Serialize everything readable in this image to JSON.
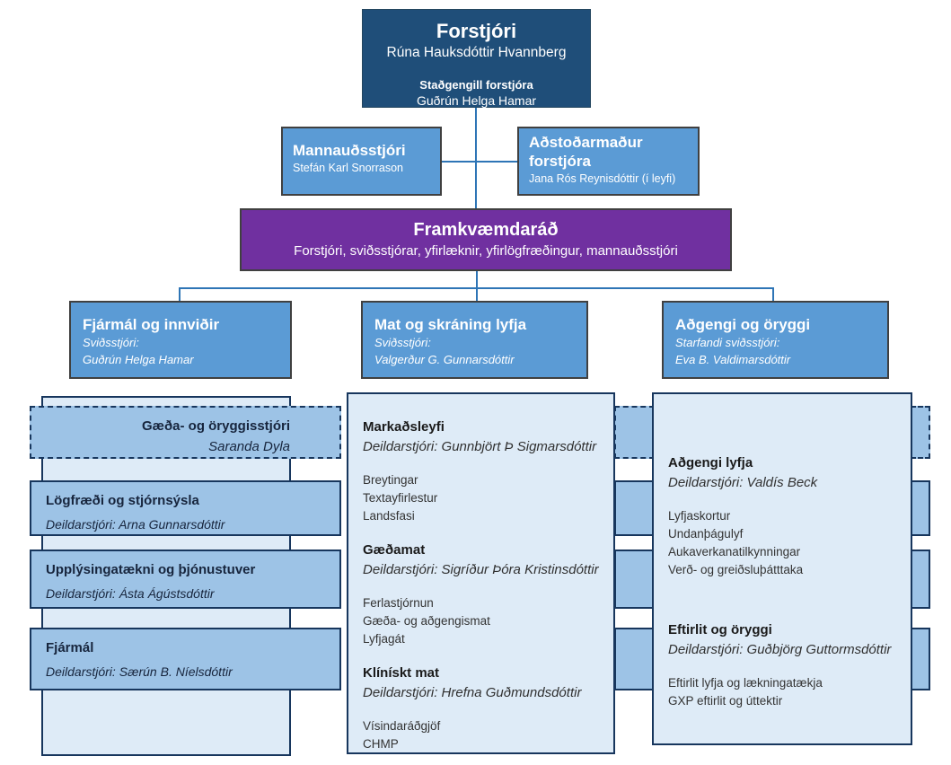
{
  "colors": {
    "dark_blue": "#1F4E79",
    "medium_blue": "#5B9BD5",
    "purple": "#7030A0",
    "band_blue": "#9DC3E6",
    "light_blue": "#DEEBF7",
    "navy_border": "#17365D",
    "connector_blue": "#2E75B6"
  },
  "org": {
    "ceo": {
      "title": "Forstjóri",
      "name": "Rúna Hauksdóttir Hvannberg",
      "deputy_label": "Staðgengill forstjóra",
      "deputy_name": "Guðrún Helga Hamar"
    },
    "hr": {
      "title": "Mannauðsstjóri",
      "name": "Stefán Karl Snorrason"
    },
    "assistant": {
      "title": "Aðstoðarmaður forstjóra",
      "name": "Jana Rós Reynisdóttir (í leyfi)"
    },
    "board": {
      "title": "Framkvæmdaráð",
      "members": "Forstjóri, sviðsstjórar, yfirlæknir, yfirlögfræðingur, mannauðsstjóri"
    },
    "divisions": [
      {
        "title": "Fjármál og innviðir",
        "role": "Sviðsstjóri:",
        "name": "Guðrún Helga Hamar"
      },
      {
        "title": "Mat og skráning lyfja",
        "role": "Sviðsstjóri:",
        "name": "Valgerður G. Gunnarsdóttir"
      },
      {
        "title": "Aðgengi og öryggi",
        "role": "Starfandi sviðsstjóri:",
        "name": "Eva B. Valdimarsdóttir"
      }
    ],
    "quality_band": {
      "title": "Gæða- og öryggisstjóri",
      "name": "Saranda Dyla"
    },
    "left_departments": [
      {
        "title": "Lögfræði og stjórnsýsla",
        "manager": "Deildarstjóri: Arna Gunnarsdóttir"
      },
      {
        "title": "Upplýsingatækni og þjónustuver",
        "manager": "Deildarstjóri: Ásta Ágústsdóttir"
      },
      {
        "title": "Fjármál",
        "manager": "Deildarstjóri: Særún B. Níelsdóttir"
      }
    ],
    "middle_column": {
      "sections": [
        {
          "title": "Markaðsleyfi",
          "manager": "Deildarstjóri: Gunnbjört Þ Sigmarsdóttir",
          "items": [
            "Breytingar",
            "Textayfirlestur",
            "Landsfasi"
          ]
        },
        {
          "title": "Gæðamat",
          "manager": "Deildarstjóri: Sigríður Þóra Kristinsdóttir",
          "items": [
            "Ferlastjórnun",
            "Gæða- og aðgengismat",
            "Lyfjagát"
          ]
        },
        {
          "title": "Klínískt mat",
          "manager": "Deildarstjóri: Hrefna Guðmundsdóttir",
          "items": [
            "Vísindaráðgjöf",
            "CHMP"
          ]
        }
      ]
    },
    "right_column": {
      "sections": [
        {
          "title": "Aðgengi lyfja",
          "manager": "Deildarstjóri: Valdís Beck",
          "items": [
            "Lyfjaskortur",
            "Undanþágulyf",
            "Aukaverkanatilkynningar",
            "Verð- og greiðsluþátttaka"
          ]
        },
        {
          "title": "Eftirlit og öryggi",
          "manager": "Deildarstjóri: Guðbjörg Guttormsdóttir",
          "items": [
            "Eftirlit lyfja og lækningatækja",
            "GXP eftirlit og úttektir"
          ]
        }
      ]
    }
  }
}
